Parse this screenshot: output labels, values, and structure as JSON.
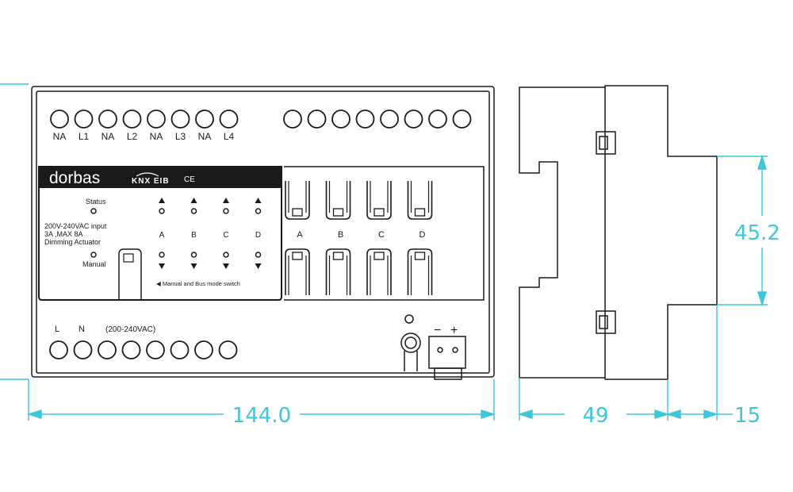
{
  "front": {
    "top_terminal_labels": [
      "NA",
      "L1",
      "NA",
      "L2",
      "NA",
      "L3",
      "NA",
      "L4"
    ],
    "brand": "dorbas",
    "bus_logo": "KNX EIB",
    "ce_mark": "CE",
    "status_label": "Status",
    "spec_lines": [
      "200V-240VAC input",
      "3A ,MAX 8A",
      "Dimming Actuator"
    ],
    "manual_label": "Manual",
    "channels": [
      "A",
      "B",
      "C",
      "D"
    ],
    "switch_note": "Manual and Bus mode switch",
    "bottom_labels": {
      "l": "L",
      "n": "N",
      "voltage": "(200-240VAC)"
    },
    "bus_polarity": {
      "minus": "−",
      "plus": "+"
    }
  },
  "dimensions": {
    "width": "144.0",
    "depth": "49",
    "rail": "15",
    "height_partial": "45.2"
  },
  "colors": {
    "line": "#1a1a1a",
    "dimension": "#3fc6d8",
    "panel": "#1a1a1a"
  }
}
